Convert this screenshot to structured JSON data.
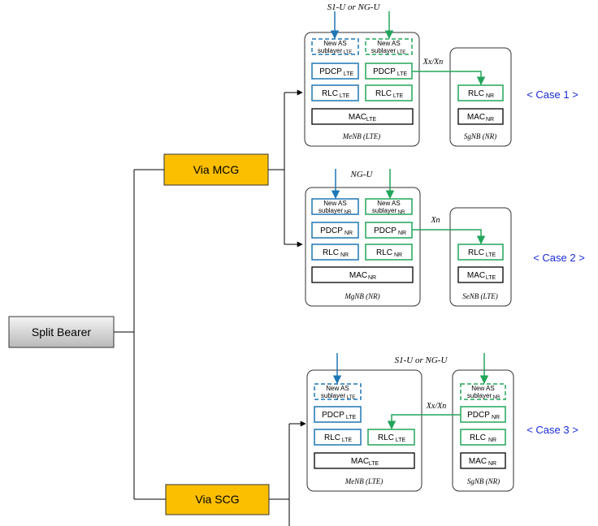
{
  "root": {
    "label": "Split Bearer"
  },
  "branches": {
    "mcg": "Via MCG",
    "scg": "Via SCG"
  },
  "colors": {
    "blue": "#1f77b4",
    "green": "#22a55a",
    "gold": "#fbbf00",
    "case": "#1a2bd6"
  },
  "cases": [
    {
      "label": "< Case 1 >",
      "interface_label": "S1-U or  NG-U",
      "link_label": "Xx/Xn",
      "master": {
        "name": "MeNB (LTE)",
        "left": {
          "newas": "New AS",
          "newas_sub": "sublayer",
          "newas_subscript": "LTE",
          "pdcp": "PDCP",
          "pdcp_sub": "LTE",
          "rlc": "RLC",
          "rlc_sub": "LTE"
        },
        "right": {
          "newas": "New AS",
          "newas_sub": "sublayer",
          "newas_subscript": "LTE",
          "pdcp": "PDCP",
          "pdcp_sub": "LTE",
          "rlc": "RLC",
          "rlc_sub": "LTE"
        },
        "mac": "MAC",
        "mac_sub": "LTE"
      },
      "secondary": {
        "name": "SgNB (NR)",
        "rlc": "RLC",
        "rlc_sub": "NR",
        "mac": "MAC",
        "mac_sub": "NR"
      }
    },
    {
      "label": "< Case 2 >",
      "interface_label": "NG-U",
      "link_label": "Xn",
      "master": {
        "name": "MgNB (NR)",
        "left": {
          "newas": "New AS",
          "newas_sub": "sublayer",
          "newas_subscript": "NR",
          "pdcp": "PDCP",
          "pdcp_sub": "NR",
          "rlc": "RLC",
          "rlc_sub": "NR"
        },
        "right": {
          "newas": "New AS",
          "newas_sub": "sublayer",
          "newas_subscript": "NR",
          "pdcp": "PDCP",
          "pdcp_sub": "NR",
          "rlc": "RLC",
          "rlc_sub": "NR"
        },
        "mac": "MAC",
        "mac_sub": "NR"
      },
      "secondary": {
        "name": "SeNB (LTE)",
        "rlc": "RLC",
        "rlc_sub": "LTE",
        "mac": "MAC",
        "mac_sub": "LTE"
      }
    },
    {
      "label": "< Case 3 >",
      "interface_label": "S1-U or NG-U",
      "link_label": "Xx/Xn",
      "master": {
        "name": "MeNB (LTE)",
        "newas": "New AS",
        "newas_sub": "sublayer",
        "newas_subscript": "LTE",
        "pdcp": "PDCP",
        "pdcp_sub": "LTE",
        "rlc": "RLC",
        "rlc_sub": "LTE",
        "rlc2": "RLC",
        "rlc2_sub": "LTE",
        "mac": "MAC",
        "mac_sub": "LTE"
      },
      "secondary": {
        "name": "SgNB (NR)",
        "newas": "New AS",
        "newas_sub": "sublayer",
        "newas_subscript": "NR",
        "pdcp": "PDCP",
        "pdcp_sub": "NR",
        "rlc": "RLC",
        "rlc_sub": "NR",
        "mac": "MAC",
        "mac_sub": "NR"
      }
    }
  ]
}
